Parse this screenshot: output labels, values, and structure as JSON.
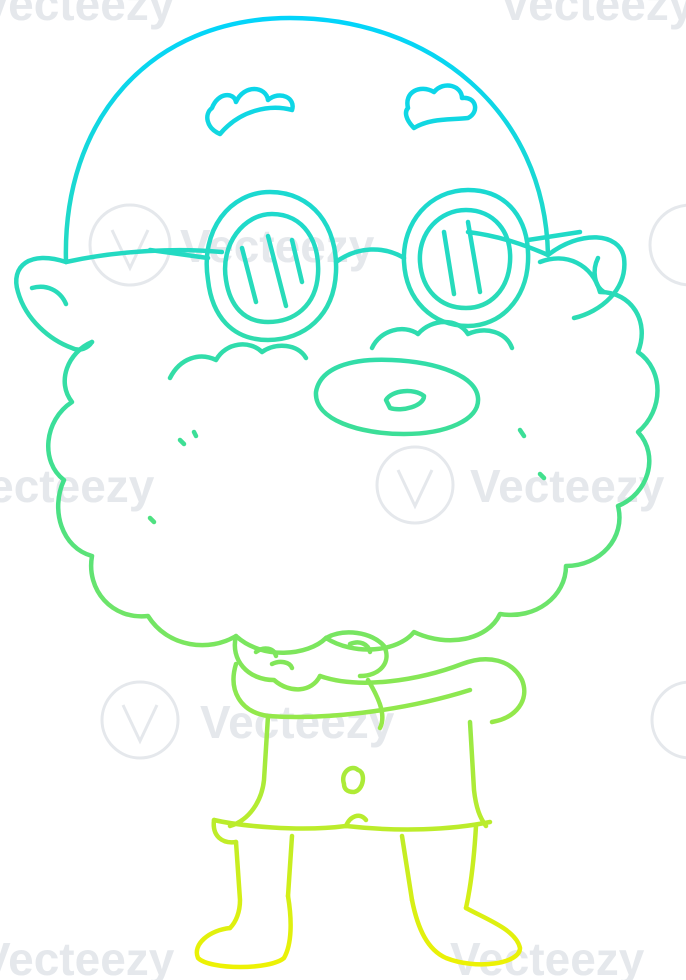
{
  "image": {
    "subject": "cartoon bald man with round sunglasses, big bushy beard and crossed arms",
    "style": "line art",
    "line_colors": {
      "top": "#00d4ff",
      "middle": "#44e08a",
      "bottom": "#f2f200"
    }
  },
  "watermark": {
    "text": "Vecteezy",
    "logo_icon": "vecteezy-v-icon",
    "color": "#cfd6dd"
  }
}
